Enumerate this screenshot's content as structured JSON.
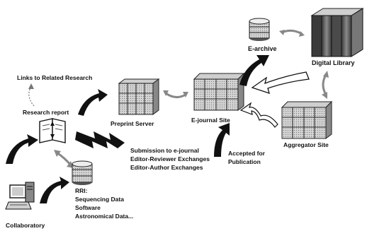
{
  "diagram": {
    "nodes": {
      "e_archive": "E-archive",
      "digital_library": "Digital Library",
      "links_related": "Links to Related Research",
      "research_report": "Research report",
      "preprint_server": "Preprint Server",
      "ejournal_site": "E-journal Site",
      "aggregator_site": "Aggregator Site",
      "rri_title": "RRI:",
      "rri_line1": "Sequencing Data",
      "rri_line2": "Software",
      "rri_line3": "Astronomical Data...",
      "collaboratory": "Collaboratory"
    },
    "edges": {
      "submission_line1": "Submission to e-journal",
      "submission_line2": "Editor-Reviewer Exchanges",
      "submission_line3": "Editor-Author Exchanges",
      "accepted_line1": "Accepted for",
      "accepted_line2": "Publication"
    },
    "colors": {
      "ink": "#111111",
      "server_gray": "#9a9a9a",
      "server_light": "#c8c8c8",
      "arrow_gray": "#b8b8b8"
    }
  }
}
